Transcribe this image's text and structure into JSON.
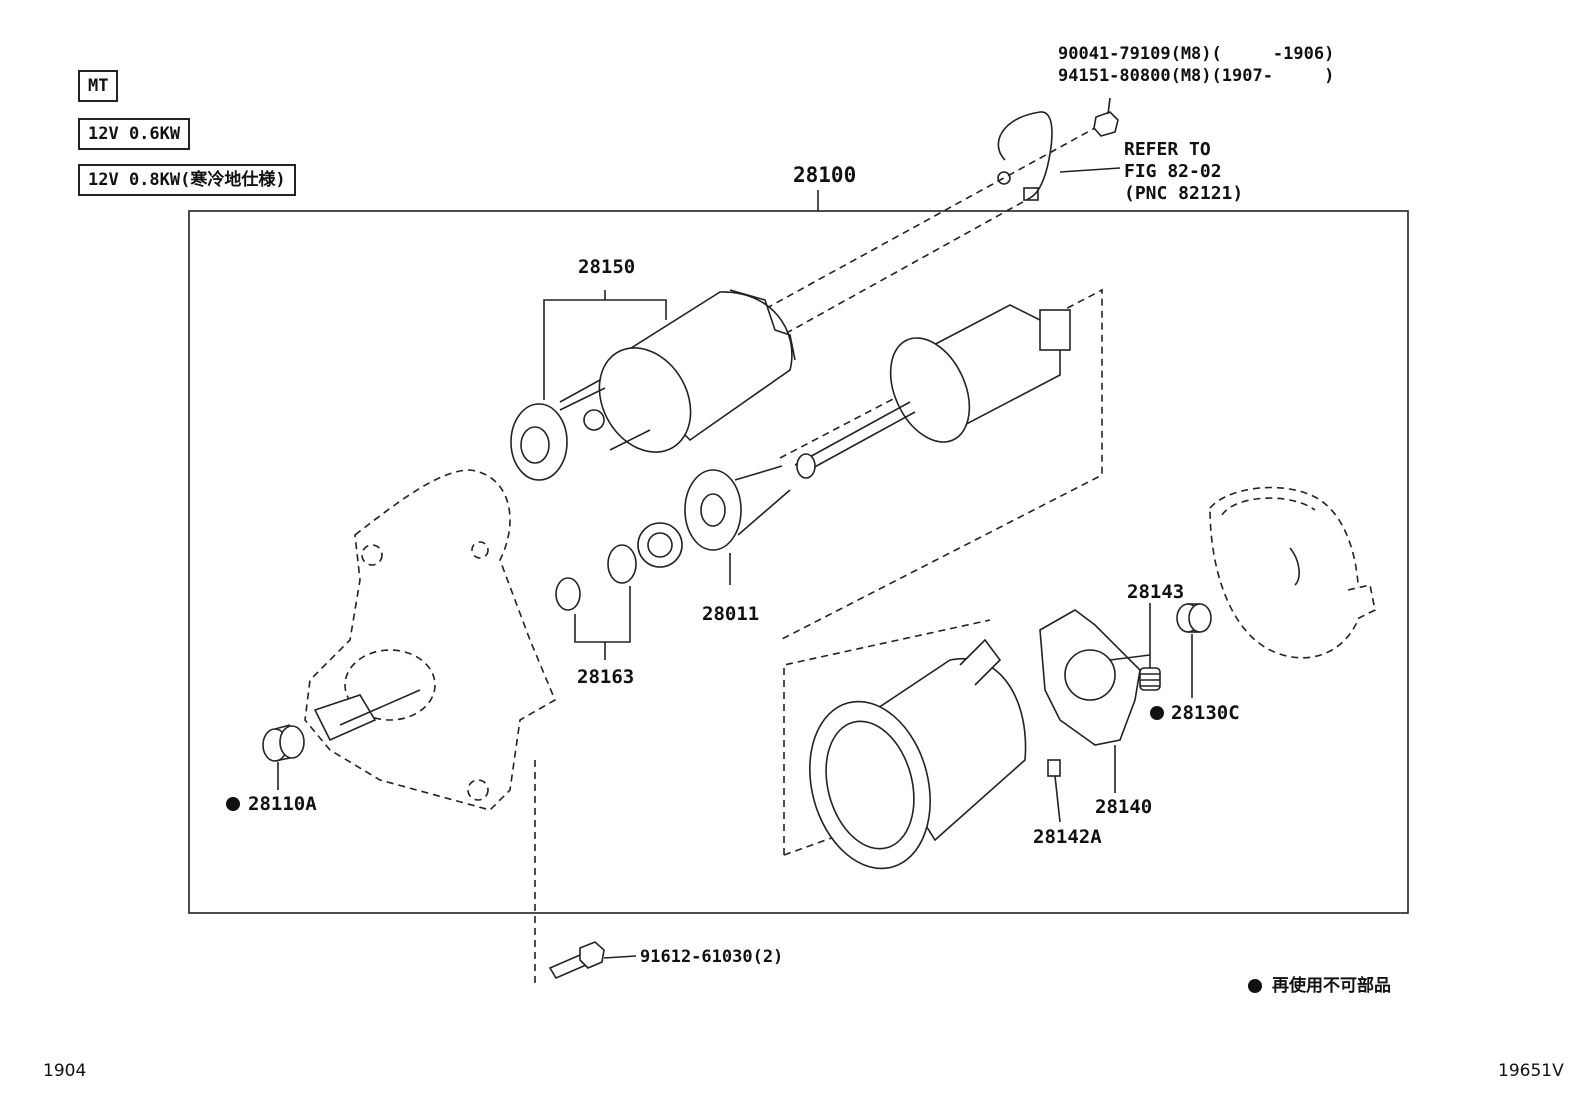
{
  "spec_boxes": [
    "MT",
    "12V 0.6KW",
    "12V 0.8KW(寒冷地仕様)"
  ],
  "hardware_top": {
    "line1": "90041-79109(M8)(     -1906)",
    "line2": "94151-80800(M8)(1907-     )"
  },
  "refer_note": {
    "line1": "REFER TO",
    "line2": "FIG 82-02",
    "line3": "(PNC 82121)"
  },
  "labels": {
    "assembly": "28100",
    "solenoid": "28150",
    "clutch": "28011",
    "ring_set": "28163",
    "bearing": "28110A",
    "spring": "28143",
    "bushing": "28130C",
    "brush_holder": "28140",
    "brush": "28142A",
    "bolt": "91612-61030(2)"
  },
  "legend": {
    "text": "再使用不可部品"
  },
  "footer": {
    "left_code": "1904",
    "right_code": "19651V"
  }
}
